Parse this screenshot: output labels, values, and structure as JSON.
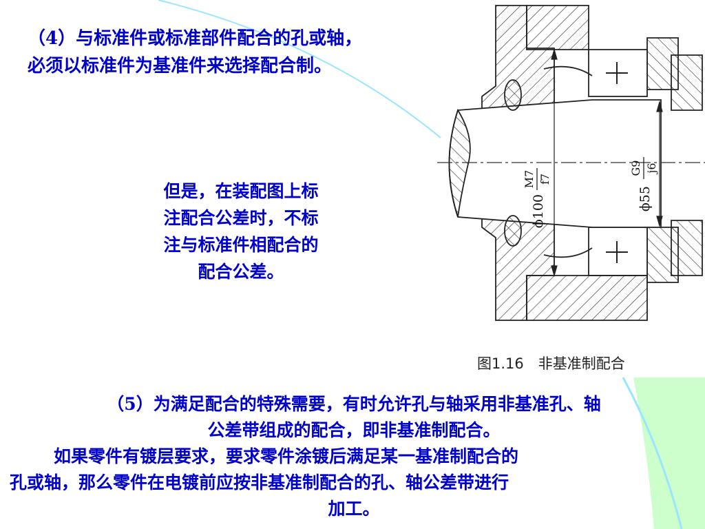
{
  "paragraph4": {
    "line1": "（4）与标准件或标准部件配合的孔或轴，",
    "line2": "必须以标准件为基准件来选择配合制。"
  },
  "note": {
    "line1": "但是，在装配图上标",
    "line2": "注配合公差时，不标",
    "line3": "注与标准件相配合的",
    "line4": "配合公差。"
  },
  "paragraph5": {
    "line1": "（5）为满足配合的特殊需要，有时允许孔与轴采用非基准孔、轴",
    "line2": "公差带组成的配合，即非基准制配合。",
    "line3": "如果零件有镀层要求，要求零件涂镀后满足某一基准制配合的",
    "line4": "孔或轴，那么零件在电镀前应按非基准制配合的孔、轴公差带进行",
    "line5": "加工。"
  },
  "figure": {
    "caption": "图1.16　非基准制配合",
    "dim_large_symbol": "ϕ100",
    "dim_large_hole": "M7",
    "dim_large_shaft": "f7",
    "dim_small_symbol": "ϕ55",
    "dim_small_hole": "G9",
    "dim_small_shaft": "j6"
  },
  "colors": {
    "text": "#0000cc",
    "accent_green": "#ccffcc",
    "accent_cyan": "#99e6ff"
  }
}
